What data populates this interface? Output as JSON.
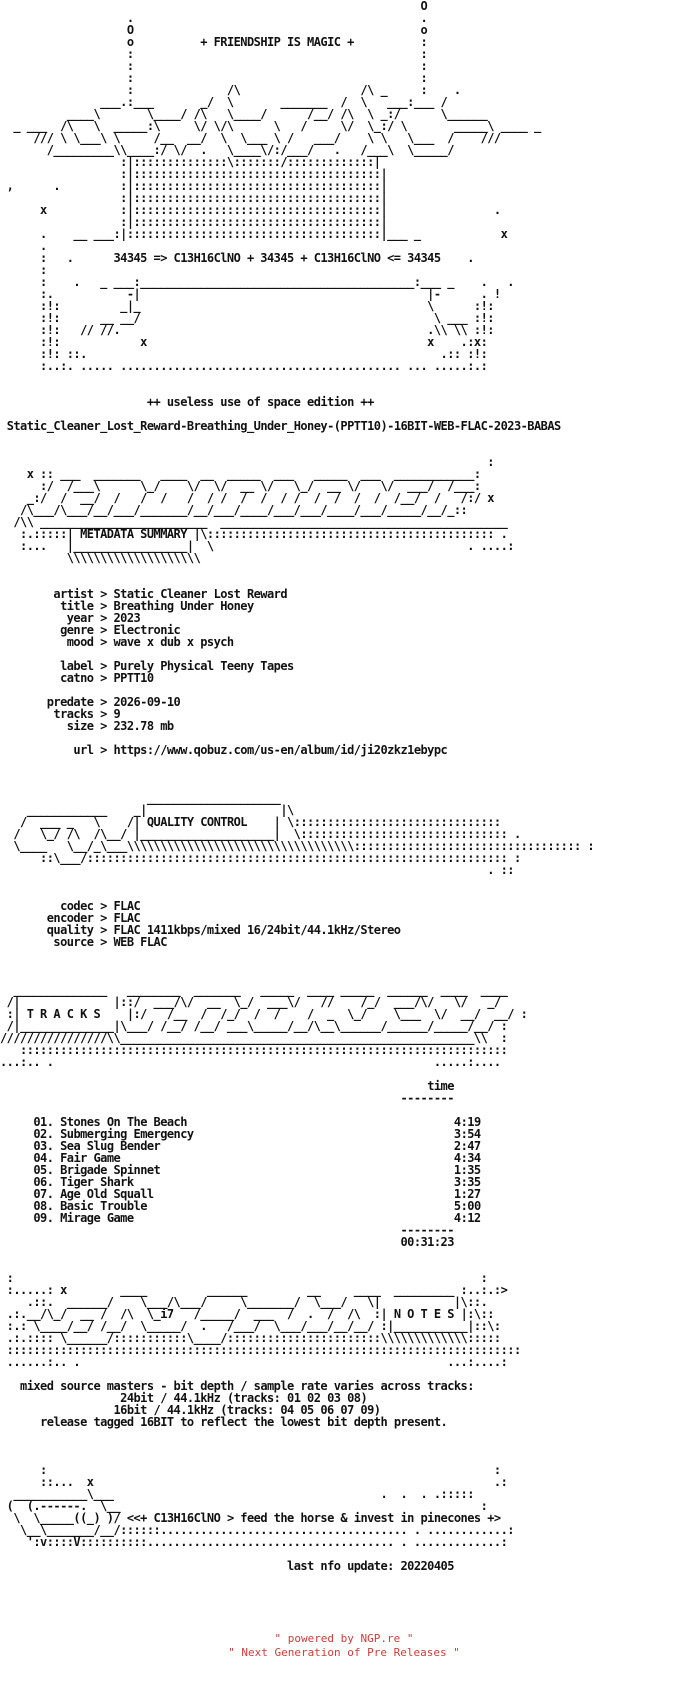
{
  "colors": {
    "background": "#ffffff",
    "text": "#111111",
    "footer": "#d23b3b"
  },
  "header": {
    "motto": "+ FRIENDSHIP IS MAGIC +",
    "formula": "34345 => C13H16ClNO + 34345 + C13H16ClNO <= 34345"
  },
  "release": {
    "edition": "++ useless use of space edition ++",
    "dirname": "Static_Cleaner_Lost_Reward-Breathing_Under_Honey-(PPTT10)-16BIT-WEB-FLAC-2023-BABAS"
  },
  "metadata": {
    "heading": "METADATA SUMMARY",
    "rows": [
      [
        "artist",
        "Static Cleaner Lost Reward"
      ],
      [
        "title",
        "Breathing Under Honey"
      ],
      [
        "year",
        "2023"
      ],
      [
        "genre",
        "Electronic"
      ],
      [
        "mood",
        "wave x dub x psych"
      ],
      [
        "label",
        "Purely Physical Teeny Tapes"
      ],
      [
        "catno",
        "PPTT10"
      ],
      [
        "predate",
        "2026-09-10"
      ],
      [
        "tracks",
        "9"
      ],
      [
        "size",
        "232.78 mb"
      ],
      [
        "url",
        "https://www.qobuz.com/us-en/album/id/ji20zkz1ebypc"
      ]
    ]
  },
  "quality": {
    "heading": "QUALITY CONTROL",
    "rows": [
      [
        "codec",
        "FLAC"
      ],
      [
        "encoder",
        "FLAC"
      ],
      [
        "quality",
        "FLAC 1411kbps/mixed 16/24bit/44.1kHz/Stereo"
      ],
      [
        "source",
        "WEB FLAC"
      ]
    ]
  },
  "tracks": {
    "heading": "T R A C K S",
    "time_header": "time",
    "items": [
      [
        "01.",
        "Stones On The Beach",
        "4:19"
      ],
      [
        "02.",
        "Submerging Emergency",
        "3:54"
      ],
      [
        "03.",
        "Sea Slug Bender",
        "2:47"
      ],
      [
        "04.",
        "Fair Game",
        "4:34"
      ],
      [
        "05.",
        "Brigade Spinnet",
        "1:35"
      ],
      [
        "06.",
        "Tiger Shark",
        "3:35"
      ],
      [
        "07.",
        "Age Old Squall",
        "1:27"
      ],
      [
        "08.",
        "Basic Trouble",
        "5:00"
      ],
      [
        "09.",
        "Mirage Game",
        "4:12"
      ]
    ],
    "total": "00:31:23"
  },
  "notes": {
    "heading": "N O T E S",
    "lines": [
      "mixed source masters - bit depth / sample rate varies across tracks:",
      "24bit / 44.1kHz (tracks: 01 02 03 08)",
      "16bit / 44.1kHz (tracks: 04 05 06 07 09)",
      "release tagged 16BIT to reflect the lowest bit depth present."
    ]
  },
  "signoff": {
    "slogan": "<<+ C13H16ClNO > feed the horse & invest in pinecones +>",
    "update": "last nfo update: 20220405"
  },
  "footer": {
    "line1": "\" powered by NGP.re \"",
    "line2": "\" Next Generation of Pre Releases \""
  }
}
